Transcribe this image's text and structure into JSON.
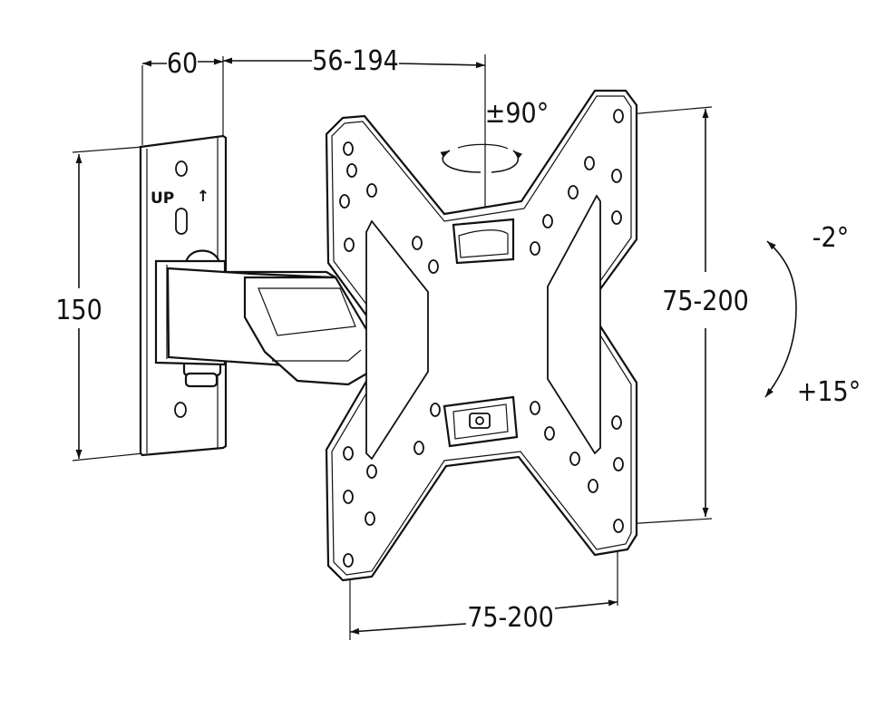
{
  "dimensions": {
    "wall_plate_depth": "60",
    "arm_extension": "56-194",
    "wall_plate_height": "150",
    "vesa_vertical": "75-200",
    "vesa_horizontal": "75-200",
    "swivel": "±90°",
    "tilt_up": "-2°",
    "tilt_down": "+15°"
  },
  "labels": {
    "up": "UP",
    "up_arrow": "↑"
  }
}
